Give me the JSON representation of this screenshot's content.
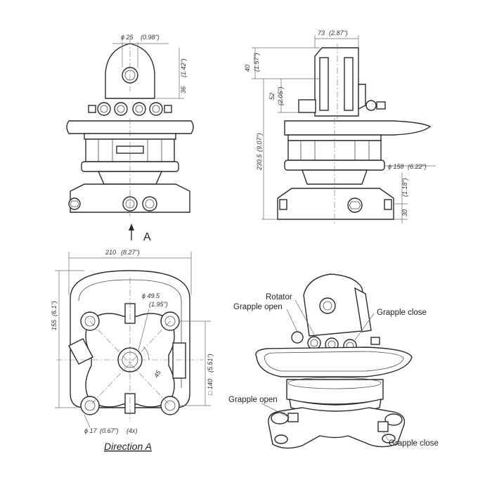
{
  "front_view": {
    "pin_diameter": "ϕ 25",
    "pin_diameter_in": "(0.98\")",
    "top_height": "36",
    "top_height_in": "(1.42\")",
    "view_arrow": "A"
  },
  "side_view": {
    "link_width": "73",
    "link_width_in": "(2.87\")",
    "eye_height": "40",
    "eye_height_in": "(1.57\")",
    "port_height": "52",
    "port_height_in": "(2.05\")",
    "total_height": "230.5",
    "total_height_in": "(9.07\")",
    "flange_diameter": "ϕ 158",
    "flange_diameter_in": "(6.22\")",
    "base_offset": "30",
    "base_offset_in": "(1.18\")"
  },
  "bottom_view": {
    "overall_width": "210",
    "overall_width_in": "(8.27\")",
    "overall_height": "155",
    "overall_height_in": "(6.1\")",
    "center_diameter": "ϕ 49.5",
    "center_diameter_in": "(1.95\")",
    "bolt_square": "□ 140",
    "bolt_square_in": "(5.51\")",
    "angle": "45",
    "hole_diameter": "ϕ 17",
    "hole_diameter_in": "(0.67\")",
    "hole_count": "(4x)",
    "caption": "Direction A"
  },
  "iso_view": {
    "callouts": {
      "rotator": "Rotator",
      "grapple_open_top": "Grapple open",
      "grapple_close_top": "Grapple close",
      "grapple_open_bottom": "Grapple open",
      "grapple_close_bottom": "Grapple close"
    }
  }
}
